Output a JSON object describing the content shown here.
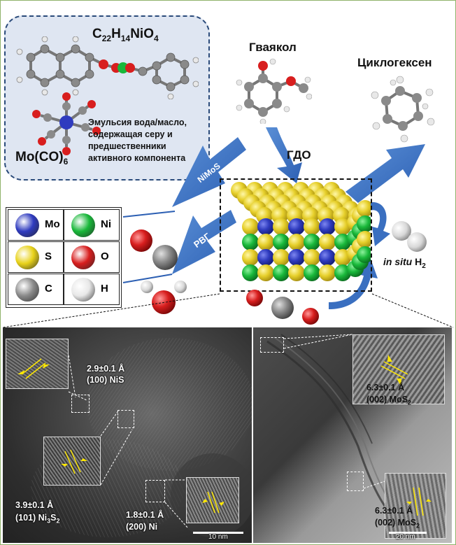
{
  "precursor": {
    "ni_formula_main": "C",
    "ni_formula_sub1": "22",
    "ni_formula_mid1": "H",
    "ni_formula_sub2": "14",
    "ni_formula_mid2": "NiO",
    "ni_formula_sub3": "4",
    "mo_formula_main": "Mo(CO)",
    "mo_formula_sub": "6",
    "emulsion_text": [
      "Эмульсия вода/масло,",
      "содержащая серу и",
      "предшественники",
      "активного компонента"
    ]
  },
  "molecules": {
    "guaiacol": "Гваякол",
    "cyclohexene": "Циклогексен",
    "hdo": "ГДО"
  },
  "arrows": {
    "nimos": "NiMoS",
    "wgs": "РВГ"
  },
  "hydrogen": {
    "prefix": "in situ",
    "suffix": "H",
    "sub": "2"
  },
  "legend": [
    {
      "symbol": "Mo",
      "color": "#2f3bbf"
    },
    {
      "symbol": "Ni",
      "color": "#19b83a"
    },
    {
      "symbol": "S",
      "color": "#e8d21a"
    },
    {
      "symbol": "O",
      "color": "#d81e1e"
    },
    {
      "symbol": "C",
      "color": "#8a8a8a"
    },
    {
      "symbol": "H",
      "color": "#e8e8e8"
    }
  ],
  "tem": {
    "nis_spacing": "2.9±0.1 Å",
    "nis_plane": "(100) NiS",
    "ni3s2_spacing": "3.9±0.1 Å",
    "ni3s2_plane": "(101) Ni",
    "ni3s2_sub1": "3",
    "ni3s2_mid": "S",
    "ni3s2_sub2": "2",
    "ni_spacing": "1.8±0.1 Å",
    "ni_plane": "(200) Ni",
    "mos2_spacing_top": "6.3±0.1 Å",
    "mos2_plane_top": "(002) MoS",
    "mos2_sub_top": "2",
    "mos2_spacing_bottom": "6.3±0.1 Å",
    "mos2_plane_bottom": "(002) MoS",
    "mos2_sub_bottom": "2",
    "scale_left": "10 nm",
    "scale_right": "20 nm"
  }
}
